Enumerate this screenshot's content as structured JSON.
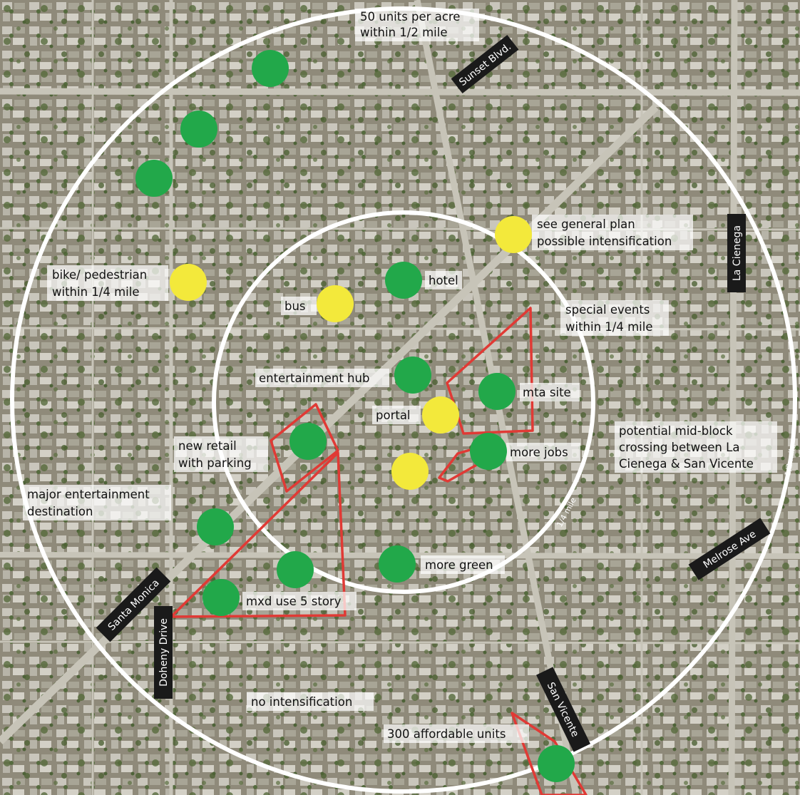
{
  "labels": {
    "units_line1": "50 units per acre",
    "units_line2": "within 1/2 mile",
    "see_plan_line1": "see general plan",
    "see_plan_line2": "possible intensification",
    "bike_line1": "bike/ pedestrian",
    "bike_line2": "within 1/4 mile",
    "hotel": "hotel",
    "bus": "bus",
    "special_line1": "special events",
    "special_line2": "within 1/4 mile",
    "entertainment_hub": "entertainment hub",
    "mta_site": "mta site",
    "portal": "portal",
    "new_retail_line1": "new retail",
    "new_retail_line2": "with parking",
    "more_jobs": "more jobs",
    "crossing_line1": "potential mid-block",
    "crossing_line2": "crossing between La",
    "crossing_line3": "Cienega & San Vicente",
    "major_line1": "major entertainment",
    "major_line2": "destination",
    "more_green": "more green",
    "mxd_use": "mxd use 5 story",
    "no_intensification": "no intensification",
    "affordable": "300 affordable units",
    "quarter_mile": "1/4 mile",
    "half_mile": "1/2 mile"
  },
  "roads": {
    "sunset": "Sunset Blvd.",
    "la_cienega": "La Cienega",
    "melrose": "Melrose Ave",
    "santa_monica": "Santa Monica",
    "doheny": "Doheny Drive",
    "san_vicente": "San Vicente"
  },
  "colors": {
    "green_marker": "#22a84a",
    "yellow_marker": "#f3e93b",
    "site_outline": "#e03a35",
    "ring": "#ffffff",
    "road_label_bg": "#1a1a1a"
  },
  "markers": [
    {
      "color": "green"
    },
    {
      "color": "green"
    },
    {
      "color": "green"
    },
    {
      "color": "yellow"
    },
    {
      "color": "yellow"
    },
    {
      "color": "yellow"
    },
    {
      "color": "green"
    },
    {
      "color": "yellow"
    },
    {
      "color": "green"
    },
    {
      "color": "green"
    },
    {
      "color": "yellow"
    },
    {
      "color": "green"
    },
    {
      "color": "green"
    },
    {
      "color": "green"
    },
    {
      "color": "green"
    },
    {
      "color": "green"
    },
    {
      "color": "green"
    },
    {
      "color": "green"
    }
  ]
}
